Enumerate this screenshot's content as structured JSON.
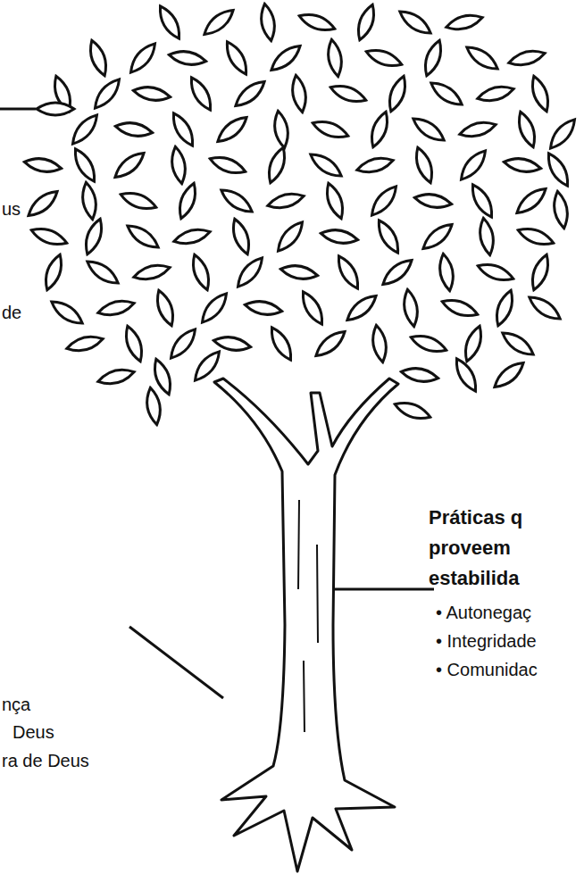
{
  "diagram": {
    "labels": [
      "us",
      "de",
      "Práticas q proveem estabilida",
      "• Autonegaç",
      "• Integridade",
      "• Comunidac",
      "nça",
      "Deus",
      "ra de Deus"
    ]
  }
}
